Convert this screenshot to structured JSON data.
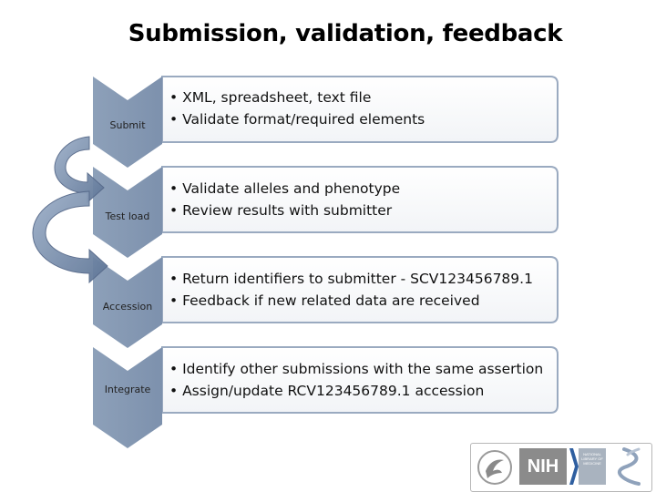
{
  "title": "Submission, validation, feedback",
  "stages": [
    {
      "label": "Submit",
      "bullets": [
        "• XML, spreadsheet, text file",
        "• Validate format/required elements"
      ]
    },
    {
      "label": "Test load",
      "bullets": [
        "• Validate alleles and phenotype",
        "• Review results with submitter"
      ]
    },
    {
      "label": "Accession",
      "bullets": [
        "• Return identifiers to submitter - SCV123456789.1",
        "• Feedback if new related data are received"
      ]
    },
    {
      "label": "Integrate",
      "bullets": [
        "• Identify other submissions with the same assertion",
        "• Assign/update RCV123456789.1 accession"
      ]
    }
  ],
  "logos": {
    "nih": "NIH",
    "nlm_text": "NATIONAL LIBRARY OF MEDICINE",
    "icons": [
      "hhs-eagle-icon",
      "nih-logo",
      "nlm-logo",
      "dna-helix-icon"
    ]
  },
  "colors": {
    "chevron": "#8496b0",
    "box_border": "#9aaac0",
    "arrow": "#6f86a6"
  }
}
